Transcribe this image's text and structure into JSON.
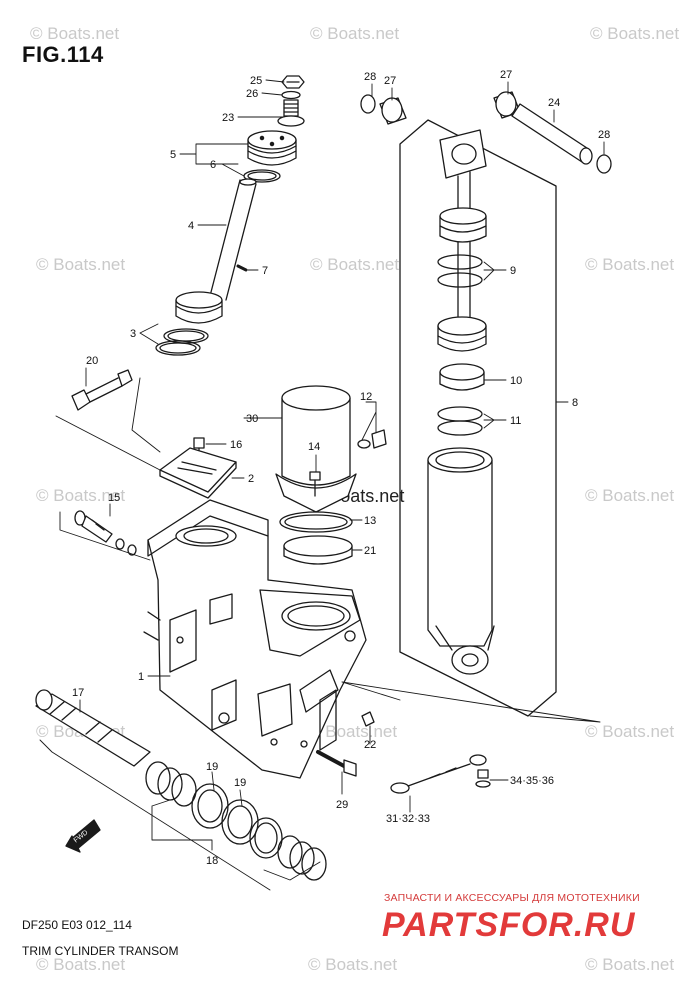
{
  "figure": {
    "title": "FIG.114",
    "model_code": "DF250 E03 012_114",
    "caption": "TRIM CYLINDER TRANSOM"
  },
  "watermarks": {
    "text": "© Boats.net"
  },
  "shop": {
    "tagline": "ЗАПЧАСТИ И АКСЕССУАРЫ ДЛЯ МОТОТЕХНИКИ",
    "logo": "PARTSFOR.RU"
  },
  "fwd_label": "FWD",
  "callouts": [
    {
      "id": "c25",
      "text": "25"
    },
    {
      "id": "c26",
      "text": "26"
    },
    {
      "id": "c23",
      "text": "23"
    },
    {
      "id": "c5",
      "text": "5"
    },
    {
      "id": "c6",
      "text": "6"
    },
    {
      "id": "c4",
      "text": "4"
    },
    {
      "id": "c7",
      "text": "7"
    },
    {
      "id": "c3",
      "text": "3"
    },
    {
      "id": "c20",
      "text": "20"
    },
    {
      "id": "c16",
      "text": "16"
    },
    {
      "id": "c2",
      "text": "2"
    },
    {
      "id": "c15",
      "text": "15"
    },
    {
      "id": "c30",
      "text": "30"
    },
    {
      "id": "c14",
      "text": "14"
    },
    {
      "id": "c12",
      "text": "12"
    },
    {
      "id": "c13",
      "text": "13"
    },
    {
      "id": "c21",
      "text": "21"
    },
    {
      "id": "c1",
      "text": "1"
    },
    {
      "id": "c17",
      "text": "17"
    },
    {
      "id": "c19a",
      "text": "19"
    },
    {
      "id": "c19b",
      "text": "19"
    },
    {
      "id": "c18",
      "text": "18"
    },
    {
      "id": "c28a",
      "text": "28"
    },
    {
      "id": "c27a",
      "text": "27"
    },
    {
      "id": "c27b",
      "text": "27"
    },
    {
      "id": "c24",
      "text": "24"
    },
    {
      "id": "c28b",
      "text": "28"
    },
    {
      "id": "c9",
      "text": "9"
    },
    {
      "id": "c10",
      "text": "10"
    },
    {
      "id": "c11",
      "text": "11"
    },
    {
      "id": "c8",
      "text": "8"
    },
    {
      "id": "c22",
      "text": "22"
    },
    {
      "id": "c29",
      "text": "29"
    },
    {
      "id": "c31",
      "text": "31·32·33"
    },
    {
      "id": "c34",
      "text": "34·35·36"
    }
  ]
}
